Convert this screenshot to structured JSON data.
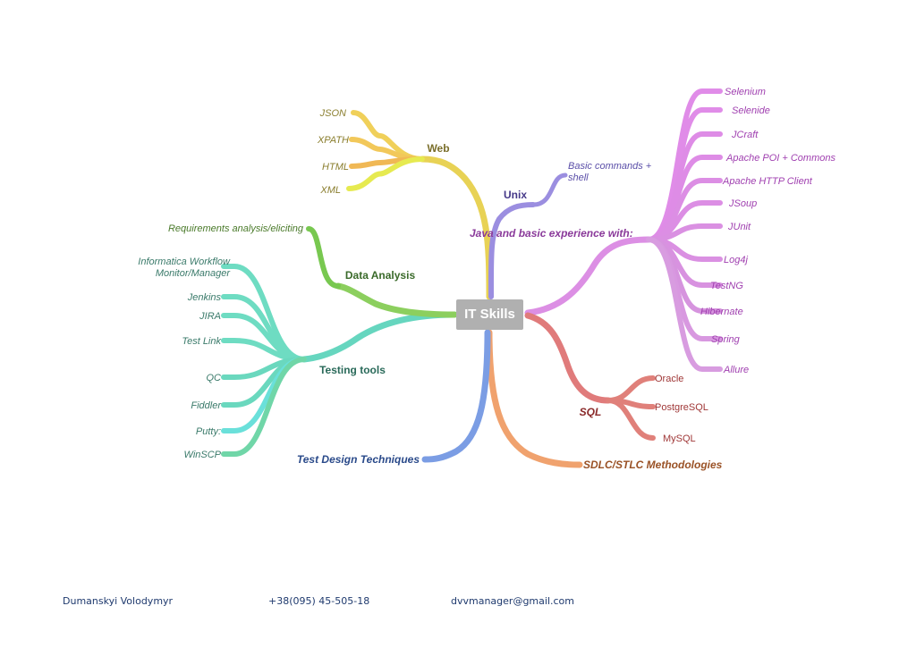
{
  "center": {
    "label": "IT Skills"
  },
  "web": {
    "label": "Web",
    "color": "#e8d255",
    "label_color": "#7a6e2a",
    "leaves": [
      {
        "label": "JSON",
        "color": "#f0d05a"
      },
      {
        "label": "XPATH",
        "color": "#f2c85a"
      },
      {
        "label": "HTML",
        "color": "#f0b855"
      },
      {
        "label": "XML",
        "color": "#e6ea50"
      }
    ],
    "leaf_text_color": "#8a7e2e"
  },
  "unix": {
    "label": "Unix",
    "color": "#9b8ee0",
    "label_color": "#453888",
    "leaves": [
      {
        "label": "Basic commands + shell",
        "color": "#9b8ee0"
      }
    ],
    "leaf_text_color": "#5a4ea8"
  },
  "java": {
    "label": "Java and basic experience with:",
    "color": "#dc8fe4",
    "label_color": "#8a3a9a",
    "leaves": [
      {
        "label": "Selenium",
        "color": "#e08ce8"
      },
      {
        "label": "Selenide",
        "color": "#e08ce8"
      },
      {
        "label": "JCraft",
        "color": "#de8ce6"
      },
      {
        "label": "Apache POI + Commons",
        "color": "#de8ce6"
      },
      {
        "label": "Apache HTTP Client",
        "color": "#dc8ee4"
      },
      {
        "label": "JSoup",
        "color": "#dc8ee4"
      },
      {
        "label": "JUnit",
        "color": "#da90e2"
      },
      {
        "label": "Log4j",
        "color": "#da90e2"
      },
      {
        "label": "TestNG",
        "color": "#d892e0"
      },
      {
        "label": "Hibernate",
        "color": "#d694de"
      },
      {
        "label": "Spring",
        "color": "#d898e0"
      },
      {
        "label": "Allure",
        "color": "#d89ce0"
      }
    ],
    "leaf_text_color": "#a040b0"
  },
  "sql": {
    "label": "SQL",
    "color": "#e07b7b",
    "label_color": "#8a2a2a",
    "leaves": [
      {
        "label": "Oracle",
        "color": "#e0807a"
      },
      {
        "label": "PostgreSQL",
        "color": "#e0807a"
      },
      {
        "label": "MySQL",
        "color": "#e0807a"
      }
    ],
    "leaf_text_color": "#a03838"
  },
  "sdlc": {
    "label": "SDLC/STLC Methodologies",
    "color": "#f0a26e",
    "label_color": "#9a5226"
  },
  "tdt": {
    "label": "Test Design Techniques",
    "color": "#7b9de4",
    "label_color": "#2a4a8a"
  },
  "testing": {
    "label": "Testing tools",
    "color": "#66d6bf",
    "label_color": "#2a6a5a",
    "leaves": [
      {
        "label": "Informatica Workflow",
        "label2": "Monitor/Manager",
        "color": "#6edcc2"
      },
      {
        "label": "Jenkins",
        "color": "#6edcc2"
      },
      {
        "label": "JIRA",
        "color": "#6edcc2"
      },
      {
        "label": "Test Link",
        "color": "#6edcc2"
      },
      {
        "label": "QC",
        "color": "#6ad8be"
      },
      {
        "label": "Fiddler",
        "color": "#6ad8be"
      },
      {
        "label": "Putty:",
        "color": "#6ae0da"
      },
      {
        "label": "WinSCP",
        "color": "#70d6a8"
      }
    ],
    "leaf_text_color": "#3a7a6a"
  },
  "data_analysis": {
    "label": "Data Analysis",
    "color": "#8ccf5e",
    "label_color": "#3a6a2a",
    "leaves": [
      {
        "label": "Requirements analysis/eliciting",
        "color": "#78c850"
      }
    ],
    "leaf_text_color": "#4a7a2a"
  },
  "footer": {
    "name": "Dumanskyi Volodymyr",
    "phone": "+38(095) 45-505-18",
    "email": "dvvmanager@gmail.com"
  }
}
